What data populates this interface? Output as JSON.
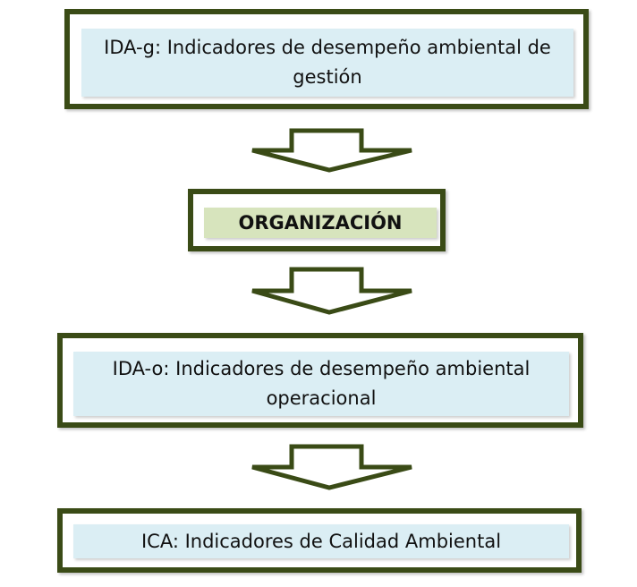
{
  "diagram": {
    "boxes": [
      {
        "label": "IDA-g: Indicadores de desempeño ambiental de gestión"
      },
      {
        "label": "ORGANIZACIÓN"
      },
      {
        "label": "IDA-o: Indicadores de desempeño ambiental operacional"
      },
      {
        "label": "ICA: Indicadores de Calidad Ambiental"
      }
    ],
    "colors": {
      "border": "#3a4b16",
      "blue_fill": "#dbeef4",
      "green_fill": "#d7e4bd"
    }
  }
}
